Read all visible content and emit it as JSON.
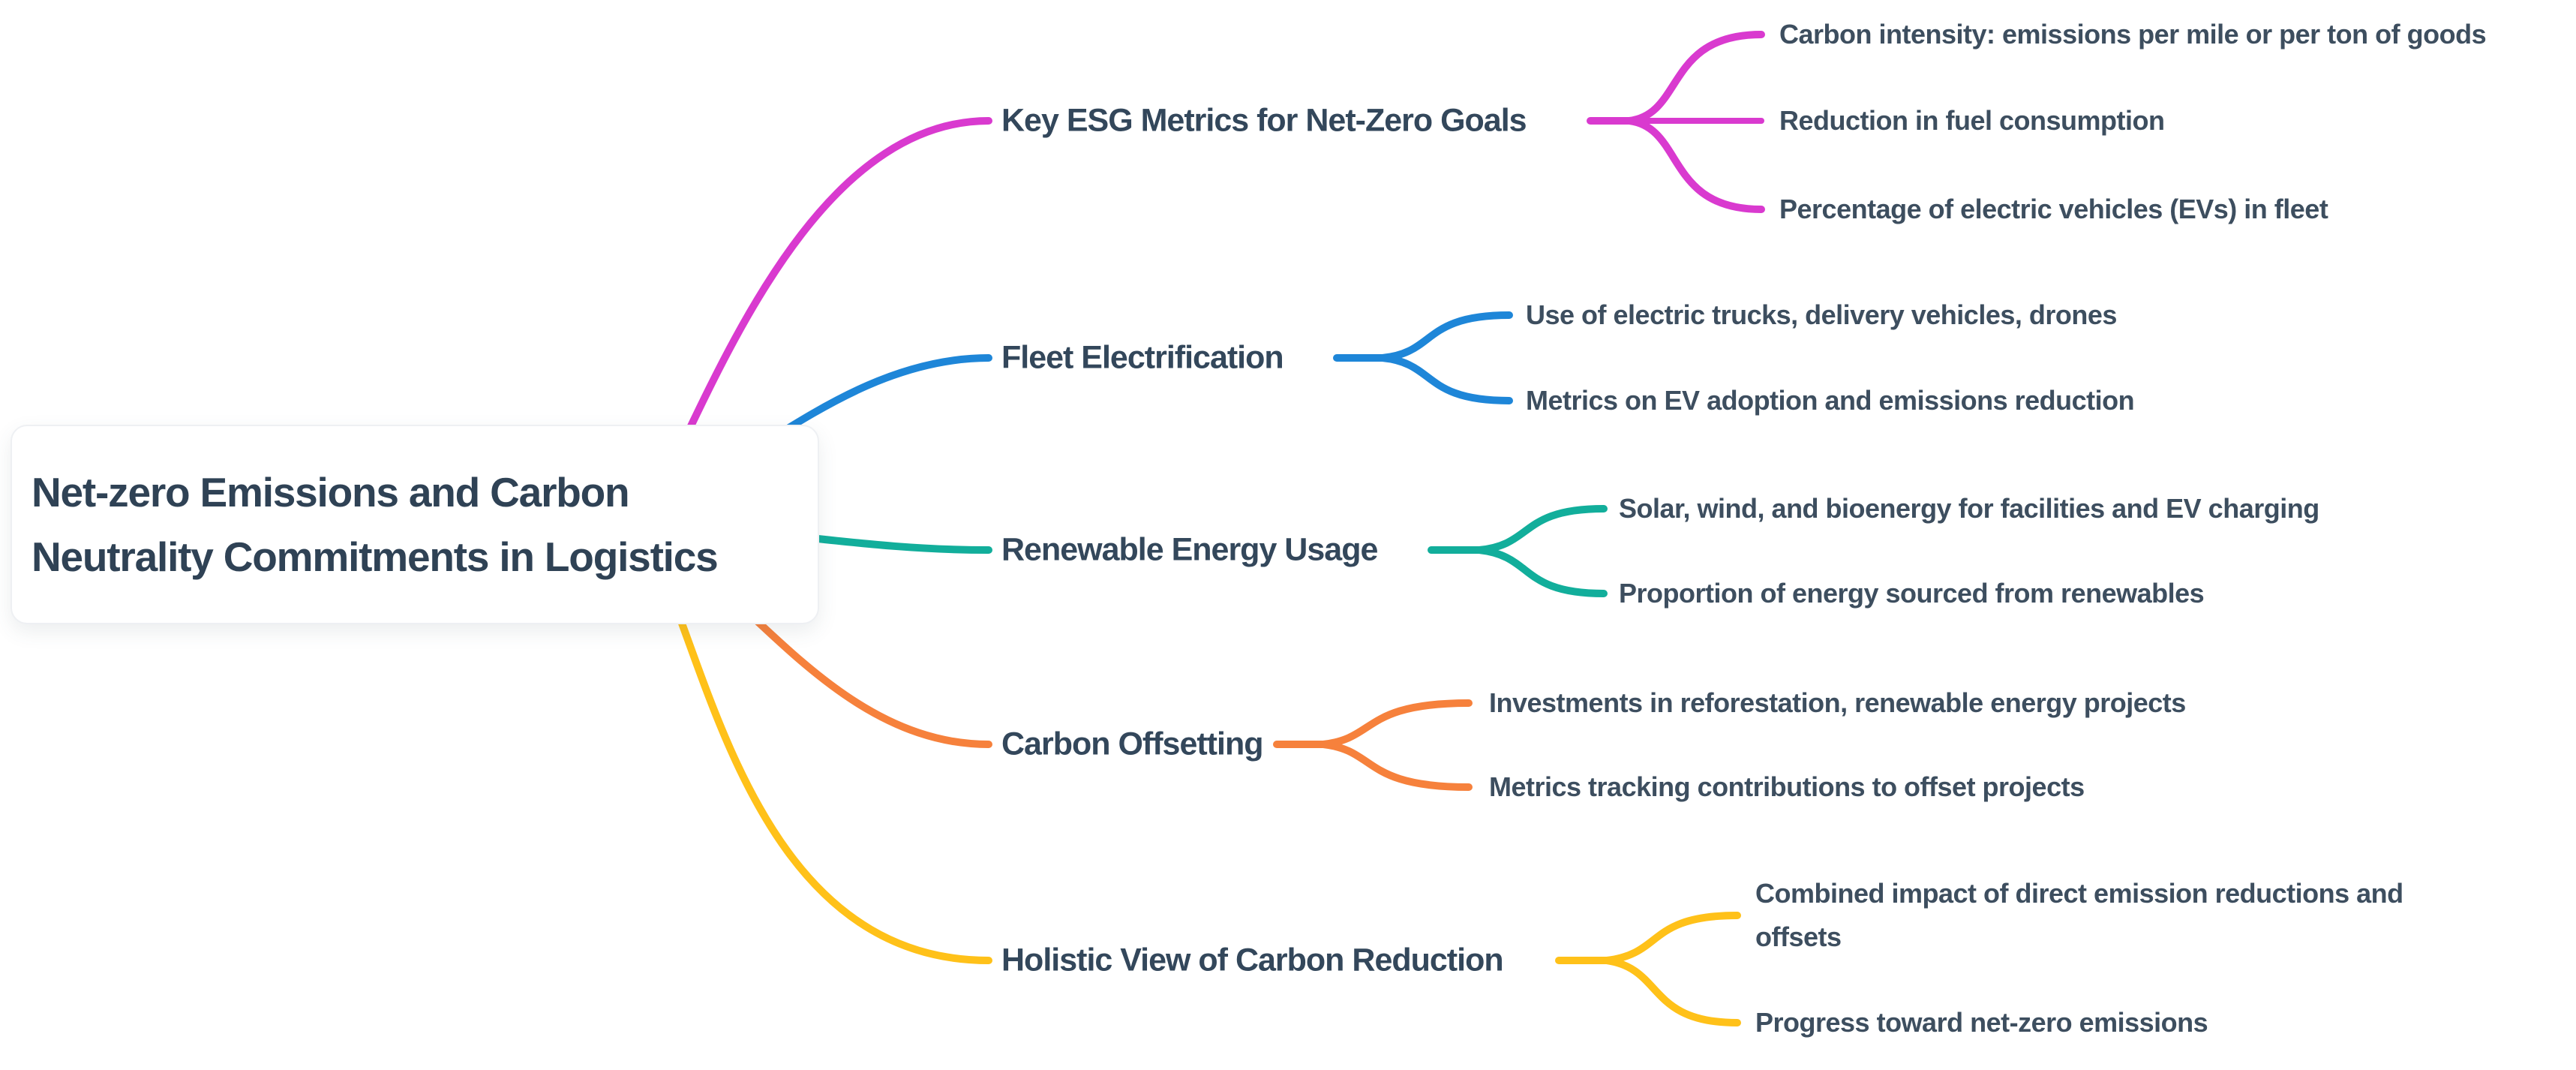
{
  "root": {
    "title": "Net-zero Emissions and Carbon Neutrality Commitments in Logistics"
  },
  "palette": {
    "magenta": "#d93acf",
    "blue": "#1e86d8",
    "teal": "#12ae9b",
    "orange": "#f6813c",
    "yellow": "#ffc119",
    "branch_text": "#33475b",
    "leaf_text": "#3d4e5f",
    "root_text": "#2f4255"
  },
  "branches": [
    {
      "label": "Key ESG Metrics for Net-Zero Goals",
      "color": "#d93acf",
      "children": [
        "Carbon intensity: emissions per mile or per ton of goods",
        "Reduction in fuel consumption",
        "Percentage of electric vehicles (EVs) in fleet"
      ]
    },
    {
      "label": "Fleet Electrification",
      "color": "#1e86d8",
      "children": [
        "Use of electric trucks, delivery vehicles, drones",
        "Metrics on EV adoption and emissions reduction"
      ]
    },
    {
      "label": "Renewable Energy Usage",
      "color": "#12ae9b",
      "children": [
        "Solar, wind, and bioenergy for facilities and EV charging",
        "Proportion of energy sourced from renewables"
      ]
    },
    {
      "label": "Carbon Offsetting",
      "color": "#f6813c",
      "children": [
        "Investments in reforestation, renewable energy projects",
        "Metrics tracking contributions to offset projects"
      ]
    },
    {
      "label": "Holistic View of Carbon Reduction",
      "color": "#ffc119",
      "children": [
        "Combined impact of direct emission reductions and offsets",
        "Progress toward net-zero emissions"
      ]
    }
  ]
}
